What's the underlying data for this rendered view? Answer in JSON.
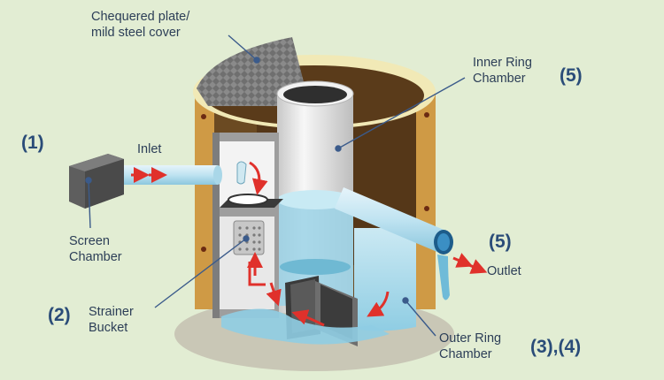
{
  "labels": {
    "cover_line1": "Chequered plate/",
    "cover_line2": "mild steel cover",
    "inner_ring_line1": "Inner Ring",
    "inner_ring_line2": "Chamber",
    "inlet": "Inlet",
    "screen_line1": "Screen",
    "screen_line2": "Chamber",
    "strainer_line1": "Strainer",
    "strainer_line2": "Bucket",
    "outlet": "Outlet",
    "outer_ring_line1": "Outer Ring",
    "outer_ring_line2": "Chamber"
  },
  "numbers": {
    "n1": "(1)",
    "n2": "(2)",
    "n5_top": "(5)",
    "n5_outlet": "(5)",
    "n34": "(3),(4)"
  },
  "colors": {
    "background": "#e2edd3",
    "wall_brown": "#6b4a22",
    "wall_tan": "#c9913c",
    "water": "#9fd3e6",
    "arrow_red": "#e0312b",
    "label_text": "#2c3e57",
    "number_text": "#2a4c78"
  }
}
